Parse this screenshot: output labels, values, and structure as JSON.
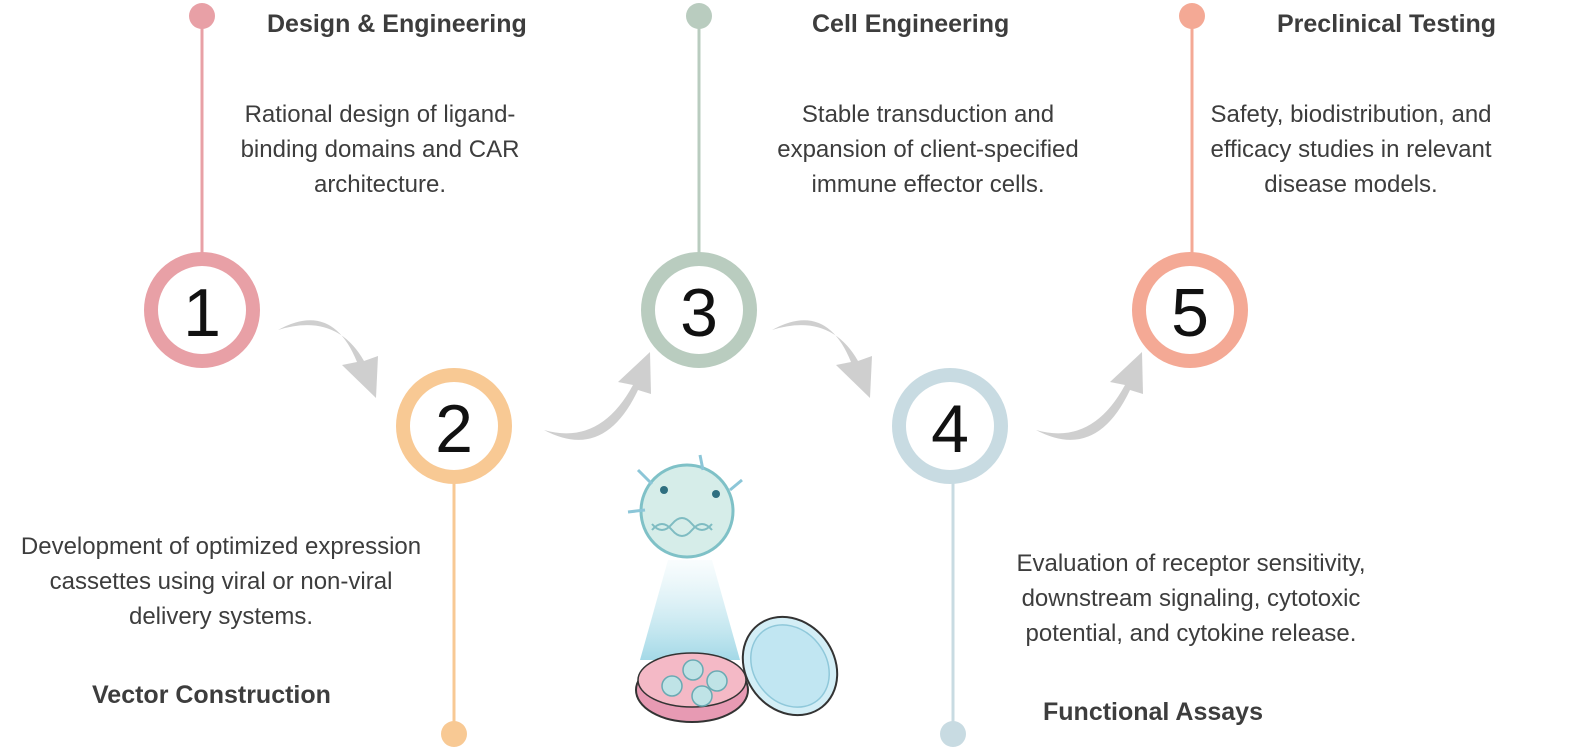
{
  "steps": [
    {
      "number": "1",
      "title": "Design & Engineering",
      "description": "Rational design of ligand-binding domains and CAR architecture.",
      "color": "#e8a0a6"
    },
    {
      "number": "2",
      "title": "Vector Construction",
      "description": "Development of optimized expression cassettes using viral or non-viral delivery systems.",
      "color": "#f8c994"
    },
    {
      "number": "3",
      "title": "Cell Engineering",
      "description": "Stable transduction and expansion of client-specified immune effector cells.",
      "color": "#b9ccbf"
    },
    {
      "number": "4",
      "title": "Functional Assays",
      "description": "Evaluation of receptor sensitivity, downstream signaling, cytotoxic potential, and cytokine release.",
      "color": "#c8dbe2"
    },
    {
      "number": "5",
      "title": "Preclinical Testing",
      "description": "Safety, biodistribution, and efficacy studies in relevant disease models.",
      "color": "#f4a995"
    }
  ],
  "icons": [
    "cell-icon",
    "petri-dish-icon"
  ],
  "arrow_color": "#cfcfcf"
}
